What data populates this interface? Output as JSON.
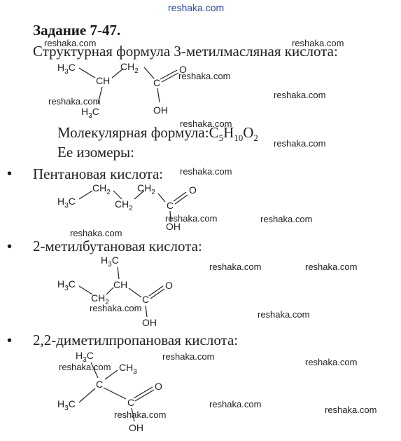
{
  "watermark": "reshaka.com",
  "title": "Задание 7-47.",
  "intro": "Структурная формула 3-метилмасляная кислота:",
  "molecular_label": "Молекулярная формула:",
  "molecular_formula": {
    "c": "C",
    "c_n": "5",
    "h": "H",
    "h_n": "10",
    "o": "O",
    "o_n": "2"
  },
  "isomers_heading": "Ее изомеры:",
  "bullet": "•",
  "isomers": [
    {
      "name": "Пентановая кислота:"
    },
    {
      "name": "2-метилбутановая кислота:"
    },
    {
      "name": "2,2-диметилпропановая кислота:"
    }
  ],
  "atoms": {
    "h3c": "H",
    "three": "3",
    "c": "C",
    "ch": "CH",
    "ch3": "CH",
    "ch2": "CH",
    "two": "2",
    "o": "O",
    "oh": "OH"
  }
}
